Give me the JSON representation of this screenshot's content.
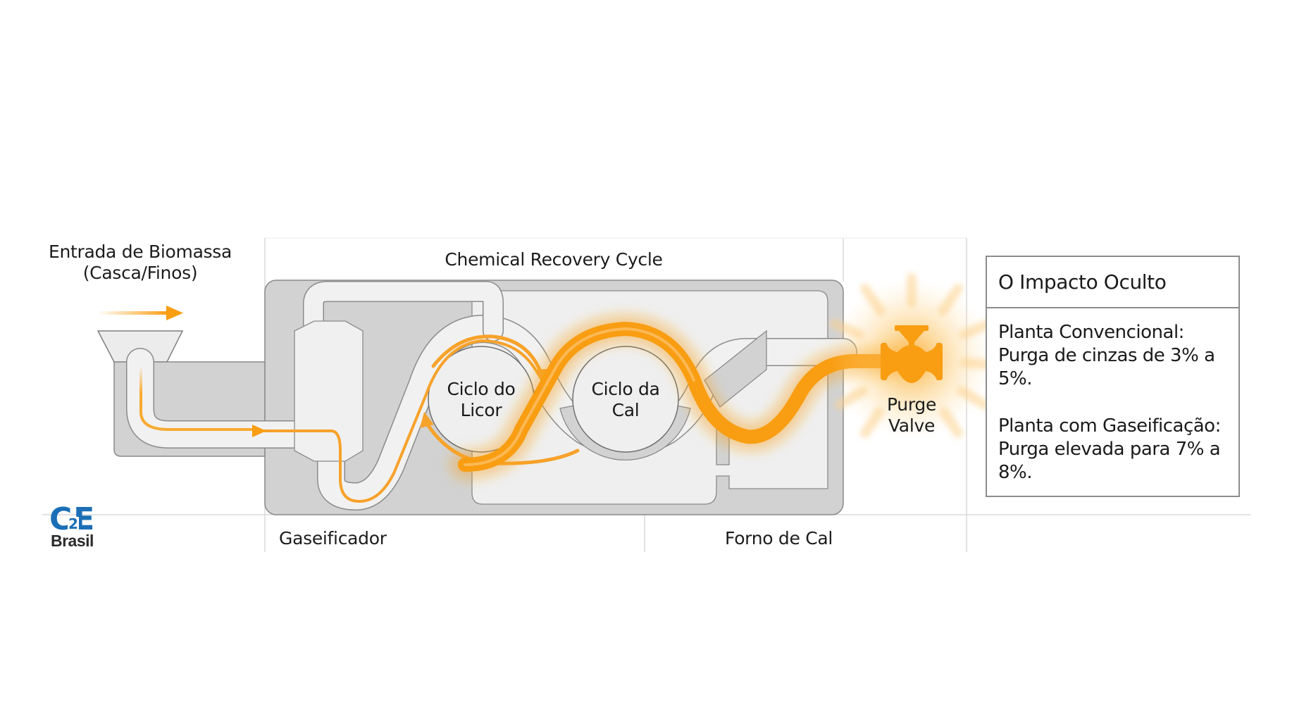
{
  "header": {
    "input_label_line1": "Entrada de Biomassa",
    "input_label_line2": "(Casca/Finos)",
    "section_title": "Chemical Recovery Cycle"
  },
  "cycles": {
    "liquor_line1": "Ciclo do",
    "liquor_line2": "Licor",
    "lime_line1": "Ciclo da",
    "lime_line2": "Cal"
  },
  "valve": {
    "label_line1": "Purge",
    "label_line2": "Valve",
    "icon": "valve-icon"
  },
  "footer": {
    "gasifier_label": "Gaseificador",
    "kiln_label": "Forno de Cal"
  },
  "info_box": {
    "title": "O Impacto Oculto",
    "paragraphs": [
      "Planta Convencional: Purga de cinzas de 3% a 5%.",
      "Planta com Gaseificação: Purga elevada para 7% a 8%."
    ]
  },
  "logo": {
    "mark_left": "C",
    "mark_sub": "2",
    "mark_right": "E",
    "text": "Brasil"
  },
  "colors": {
    "accent_orange": "#f99d12",
    "logo_blue": "#1b6fb6",
    "container_gray": "#d2d2d2",
    "panel_light": "#efefef",
    "outline": "#8a8a8a"
  }
}
